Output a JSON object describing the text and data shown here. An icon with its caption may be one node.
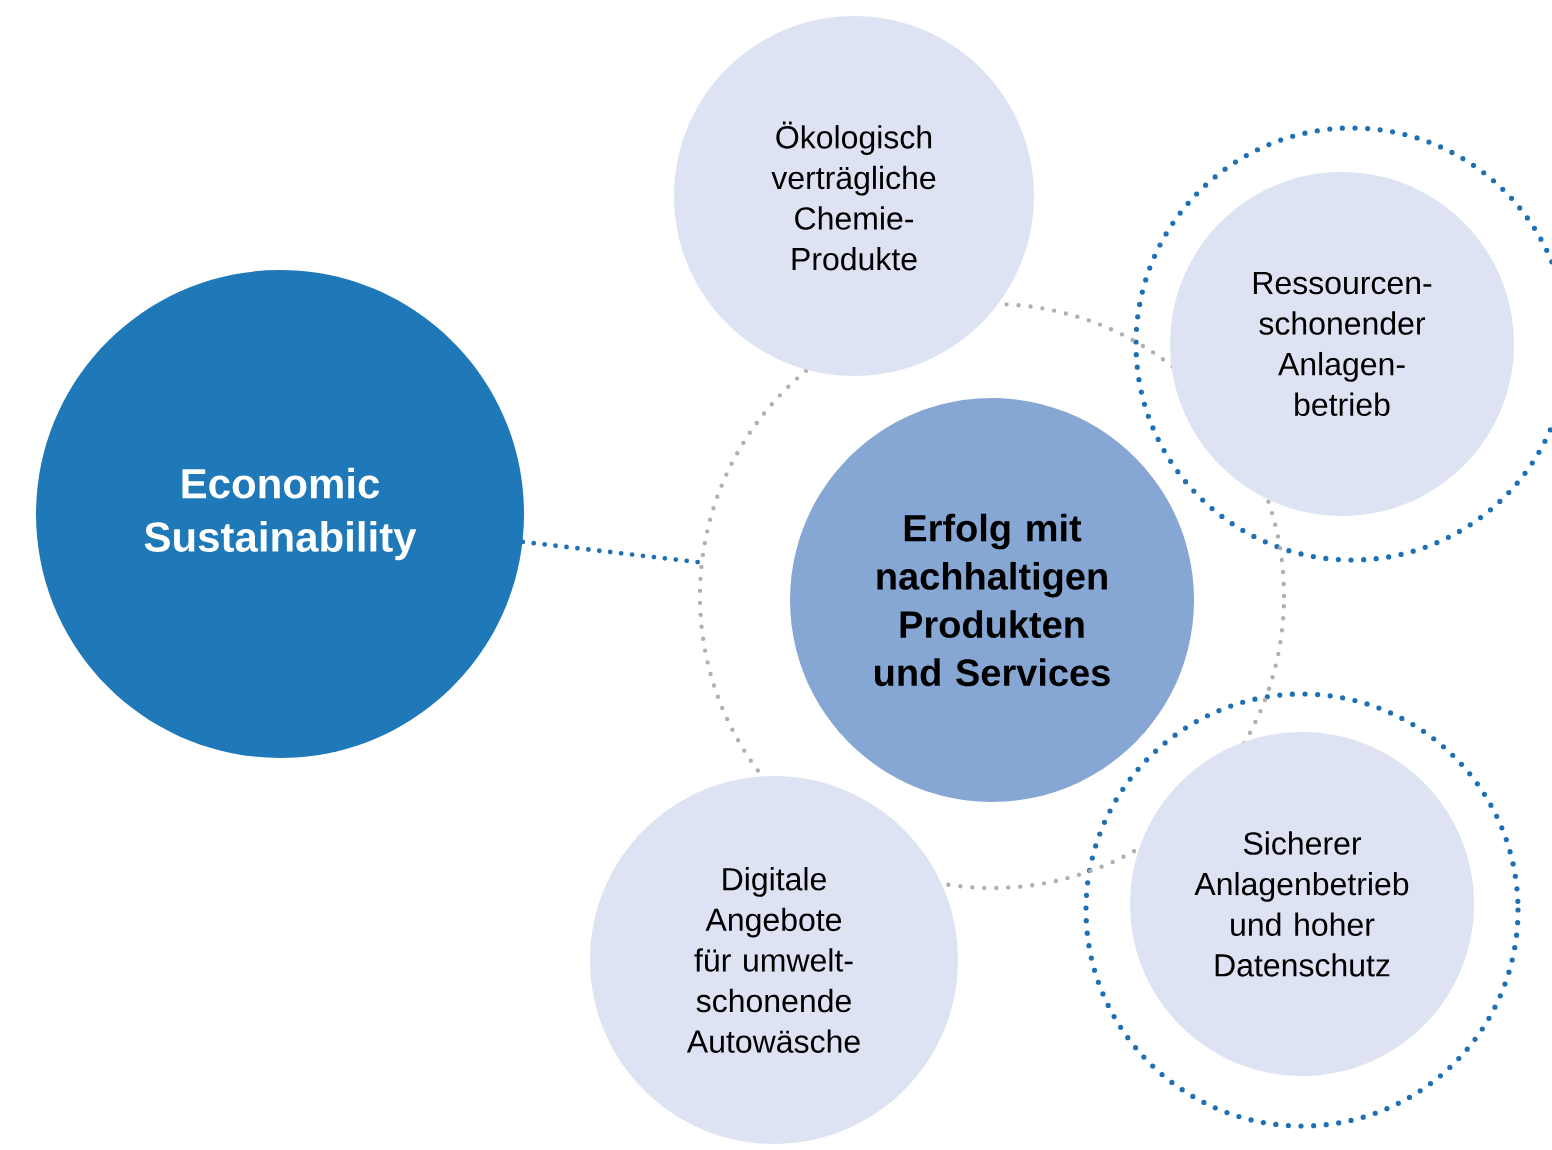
{
  "diagram": {
    "nodes": [
      {
        "text": [
          "Economic Sustainability"
        ]
      },
      {
        "text": [],
        "shape": "circle"
      },
      {
        "text": [
          "Erfolg mit nachhaltigen Produkten und Services"
        ],
        "in": 1
      },
      {
        "text": [
          "Ökologisch verträgliche Chemie-Produkte"
        ]
      },
      {
        "text": [
          "Ressourcen-schonender Anlagen-betrieb"
        ]
      },
      {
        "text": [
          "Sicherer Anlagenbetrieb und hoher Datenschutz"
        ]
      },
      {
        "text": [
          "Digitale Angebote für umwelt-schonende Autowäsche"
        ]
      }
    ],
    "edges": [
      {
        "from": 0,
        "to": 1,
        "arrow": "none",
        "style": "dashed"
      }
    ]
  }
}
